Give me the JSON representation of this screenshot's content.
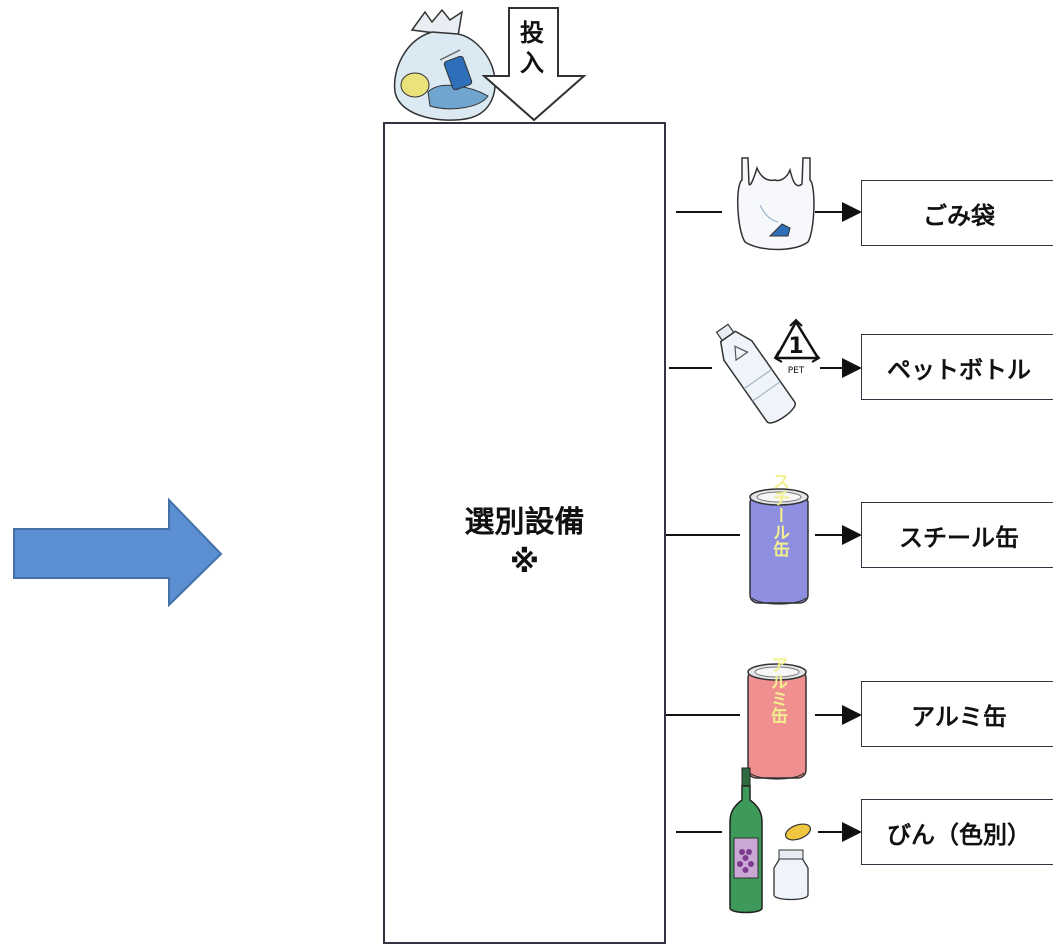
{
  "diagram": {
    "input_label": "投入",
    "main_label": "選別設備",
    "main_note": "※",
    "recycle_symbol": {
      "number": "1",
      "code": "PET"
    },
    "can_labels": {
      "steel": "スチール缶",
      "aluminum": "アルミ缶"
    },
    "outputs": [
      {
        "label": "ごみ袋"
      },
      {
        "label": "ペットボトル"
      },
      {
        "label": "スチール缶"
      },
      {
        "label": "アルミ缶"
      },
      {
        "label": "びん（色別）"
      }
    ]
  },
  "colors": {
    "big_arrow": "#5b8fd1",
    "big_arrow_edge": "#4472a8",
    "steel_can": "#8e8fe0",
    "aluminum_can": "#f08f90",
    "can_text": "#f2ef8f",
    "bottle_green": "#3e9a5a",
    "bottle_label": "#c9a8d6",
    "cap_yellow": "#f0c640"
  }
}
